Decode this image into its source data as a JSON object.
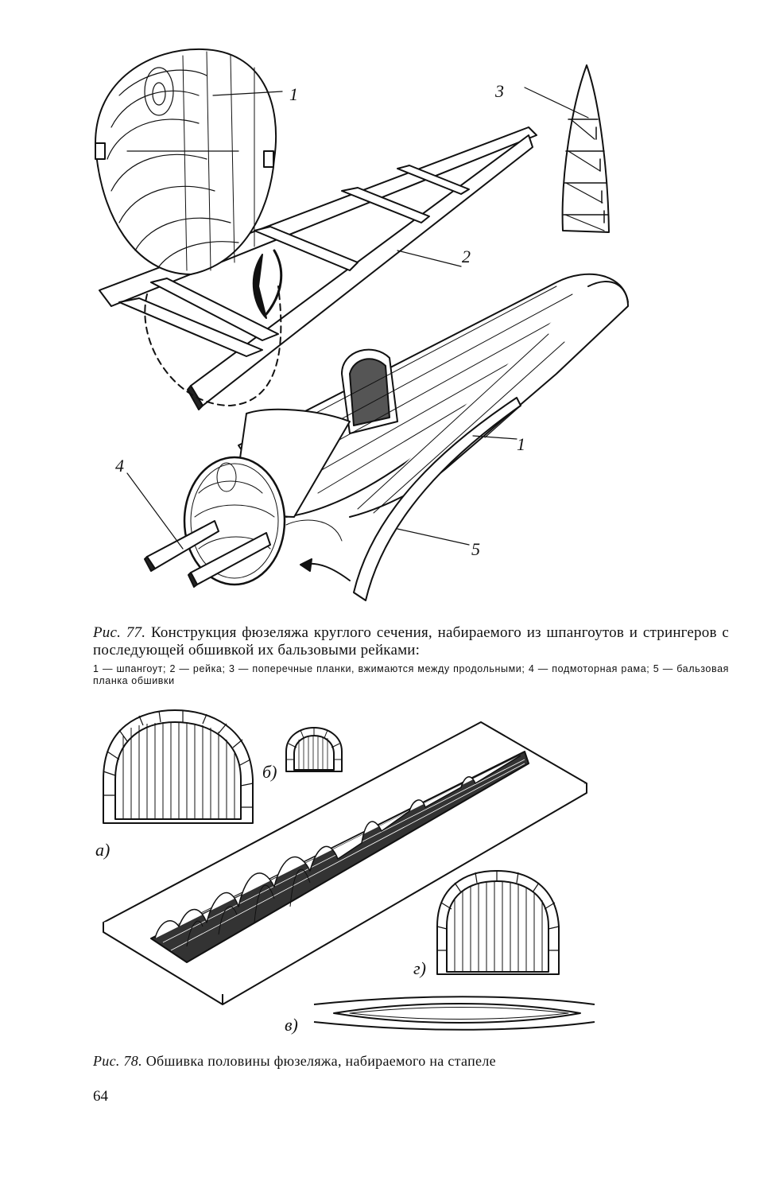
{
  "figure77": {
    "labels": {
      "l1a": "1",
      "l2": "2",
      "l3": "3",
      "l4": "4",
      "l1b": "1",
      "l5": "5"
    },
    "caption_fig": "Рис. 77.",
    "caption_text": "Конструкция фюзеляжа круглого сечения, набираемого из шпангоутов и стрингеров с последующей обшивкой их бальзовыми рейками:",
    "legend": "1 — шпангоут; 2 — рейка; 3 — поперечные планки, вжимаются между продольными; 4 — подмоторная рама; 5 — бальзовая планка обшивки"
  },
  "figure78": {
    "labels": {
      "a": "а)",
      "b": "б)",
      "v": "в)",
      "g": "г)"
    },
    "caption_fig": "Рис. 78.",
    "caption_text": "Обшивка половины фюзеляжа, набираемого на стапеле"
  },
  "page_number": "64"
}
